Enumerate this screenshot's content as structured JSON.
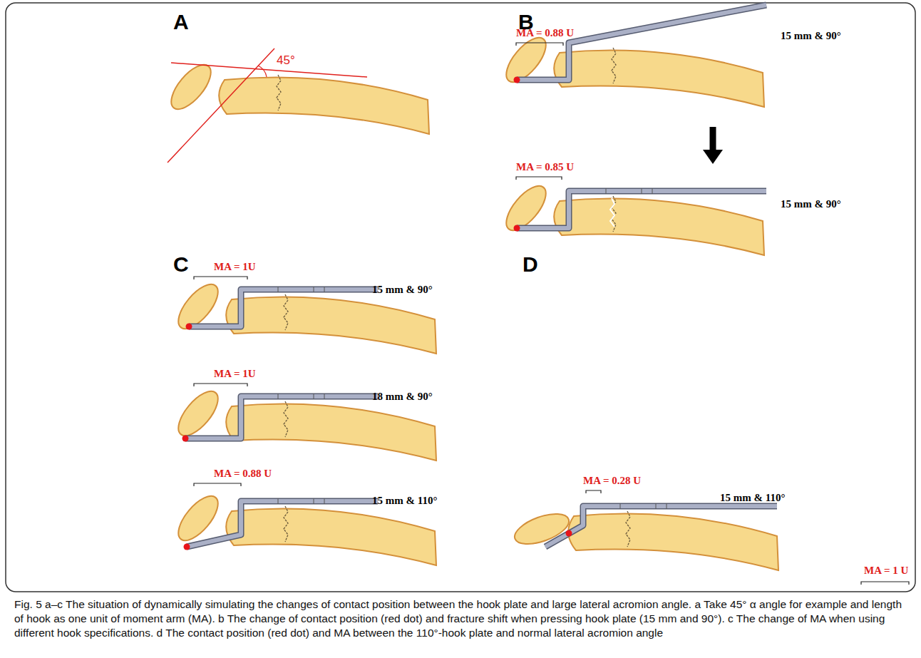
{
  "diagram": {
    "caption": "Fig. 5 a–c The situation of dynamically simulating the changes of contact position between the hook plate and large lateral acromion angle. a Take 45° α angle for example and length of hook as one unit of moment arm (MA). b The change of contact position (red dot) and fracture shift when pressing hook plate (15 mm and 90°). c The change of MA when using different hook specifications. d The contact position (red dot) and MA between the 110°-hook plate and normal lateral acromion angle",
    "labels": [
      "A",
      "B",
      "45°",
      "MA = 0.88 U",
      "15 mm & 90°",
      "MA = 0.85 U",
      "15 mm & 90°",
      "C",
      "D",
      "MA = 1U",
      "15 mm & 90°",
      "MA = 1U",
      "18 mm & 90°",
      "MA = 0.88 U",
      "15 mm & 110°",
      "MA = 0.28 U",
      "15 mm & 110°",
      "MA = 1 U"
    ]
  }
}
